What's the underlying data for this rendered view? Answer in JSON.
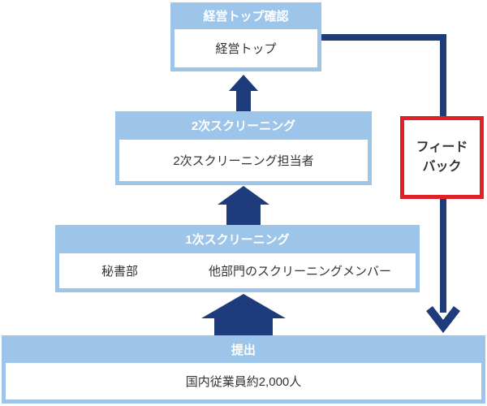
{
  "diagram": {
    "title": "screening-flow",
    "nodes": {
      "executive": {
        "header": "経営トップ確認",
        "body": "経営トップ"
      },
      "secondary_screening": {
        "header": "2次スクリーニング",
        "body": "2次スクリーニング担当者"
      },
      "primary_screening": {
        "header": "1次スクリーニング",
        "cells": [
          "秘書部",
          "他部門のスクリーニングメンバー"
        ]
      },
      "submission": {
        "header": "提出",
        "body": "国内従業員約2,000人"
      }
    },
    "feedback": {
      "line1": "フィード",
      "line2": "バック"
    },
    "flow": "提出 → 1次スクリーニング → 2次スクリーニング → 経営トップ確認 → フィードバック",
    "colors": {
      "light_blue": "#9CC5E9",
      "navy": "#1E3C7B",
      "red": "#E02128",
      "text_dark": "#333333",
      "header_text": "#FFFFFF"
    }
  }
}
